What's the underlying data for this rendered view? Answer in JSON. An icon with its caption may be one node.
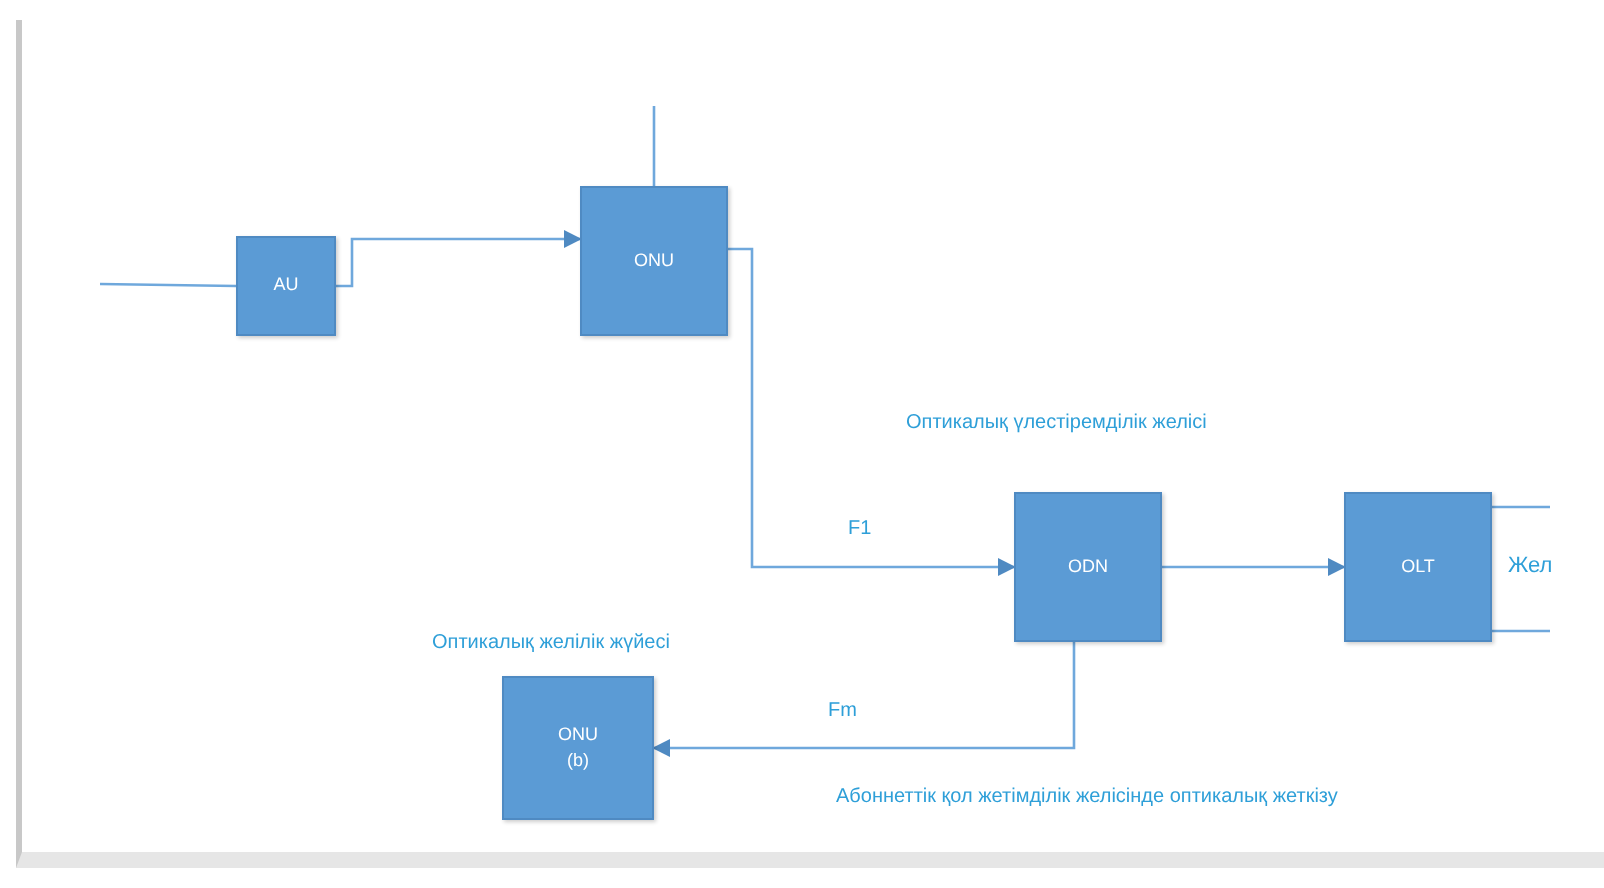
{
  "diagram": {
    "nodes": [
      {
        "text": [
          "AU"
        ]
      },
      {
        "text": [
          "ONU"
        ]
      },
      {
        "text": [
          "ODN"
        ],
        "beside": [
          "Оптикалық  үлестіремділік желісі"
        ]
      },
      {
        "text": [
          "OLT"
        ]
      },
      {
        "text": [
          "ONU (b)"
        ],
        "beside": [
          "Оптикалық желілік жүйесі"
        ]
      }
    ],
    "edges": [
      {
        "from": null,
        "to": 0,
        "arrow": "none"
      },
      {
        "from": 0,
        "to": 1,
        "arrow": "to"
      },
      {
        "from": 1,
        "to": null,
        "arrow": "none"
      },
      {
        "from": 1,
        "to": 2,
        "arrow": "to",
        "label": "F1"
      },
      {
        "from": 2,
        "to": 3,
        "arrow": "to"
      },
      {
        "from": 3,
        "to": null,
        "arrow": "none"
      },
      {
        "from": 3,
        "to": null,
        "arrow": "none"
      },
      {
        "from": 2,
        "to": 4,
        "arrow": "to",
        "label": "Fm"
      }
    ],
    "labels": [
      "Жел",
      "Абоннеттік қол жетімділік желісінде оптикалық жеткізу"
    ]
  }
}
